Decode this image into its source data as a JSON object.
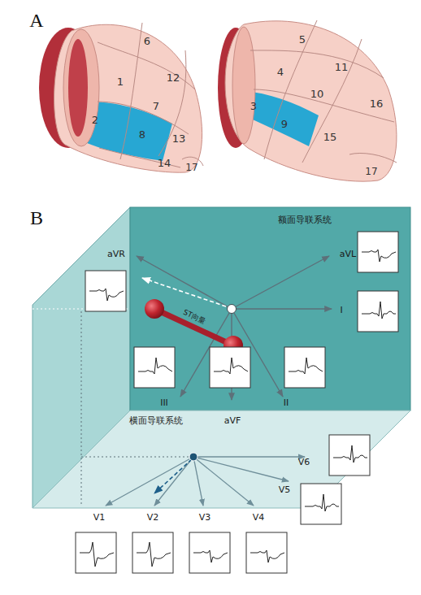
{
  "diagram": {
    "labels": [
      "A",
      "6",
      "1",
      "12",
      "2",
      "7",
      "8",
      "13",
      "14",
      "17",
      "5",
      "4",
      "11",
      "10",
      "16",
      "3",
      "9",
      "15",
      "17",
      "B",
      "额面导联系统",
      "aVR",
      "aVL",
      "I",
      "ST向量",
      "III",
      "aVF",
      "II",
      "横面导联系统",
      "V6",
      "V5",
      "V1",
      "V2",
      "V3",
      "V4"
    ]
  }
}
